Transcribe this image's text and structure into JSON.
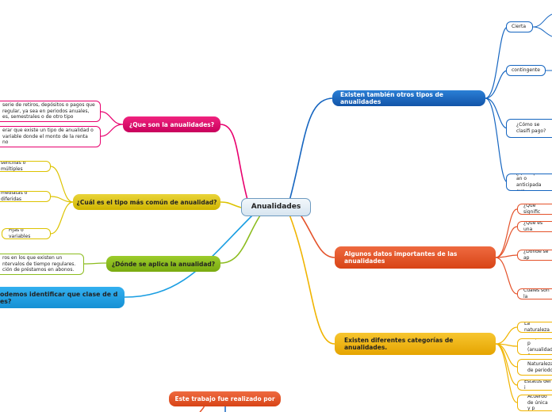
{
  "root": {
    "title": "Anualidades"
  },
  "left": {
    "que_son": {
      "title": "¿Que son la anualidades?",
      "items": [
        "serie de retiros, depósitos o pagos que regular, ya sea en periodos anuales, es, semestrales o de otro tipo",
        "erar que existe un tipo de anualidad o variable donde el monto de la renta no"
      ]
    },
    "tipo_comun": {
      "title": "¿Cuál es el tipo más común de anualidad?",
      "items": [
        "sencillas o múltiples",
        "mediatas o diferidas",
        "Fijas o variables"
      ]
    },
    "donde_aplica": {
      "title": "¿Dónde se aplica la anualidad?",
      "items": [
        "ros en los que existen un ntervalos de tiempo regulares. ción de préstamos en abonos."
      ]
    },
    "identificar": {
      "title": "odemos identificar que clase de d es?"
    },
    "trabajo": {
      "title": "Este trabajo fue realizado por"
    }
  },
  "right": {
    "otros_tipos": {
      "title": "Existen también otros tipos de anualidades",
      "items": [
        "Cierta",
        "contingente",
        "¿Cómo se clasifi pago?",
        "¿Qué tipo de an o anticipada exp"
      ]
    },
    "datos": {
      "title": "Algunos datos importantes de las anualidades",
      "items": [
        "¿Qué signific",
        "¿Qué es una",
        "¿Dónde se ap",
        "Cuales son la"
      ]
    },
    "categorias": {
      "title": "Existen diferentes categorías de anualidades.",
      "items": [
        "La naturaleza",
        "Propósito p (anualidad c",
        "Naturaleza de periodo",
        "Estatus del i",
        "Acuerdo de única y p"
      ]
    }
  },
  "colors": {
    "pink": "#e8006e",
    "yellow": "#ddc300",
    "green": "#8cbc1e",
    "cyan": "#1a9ee2",
    "blue": "#1565c0",
    "red": "#e4522a",
    "orange": "#f0b400",
    "root_border": "#6d9ac0"
  }
}
